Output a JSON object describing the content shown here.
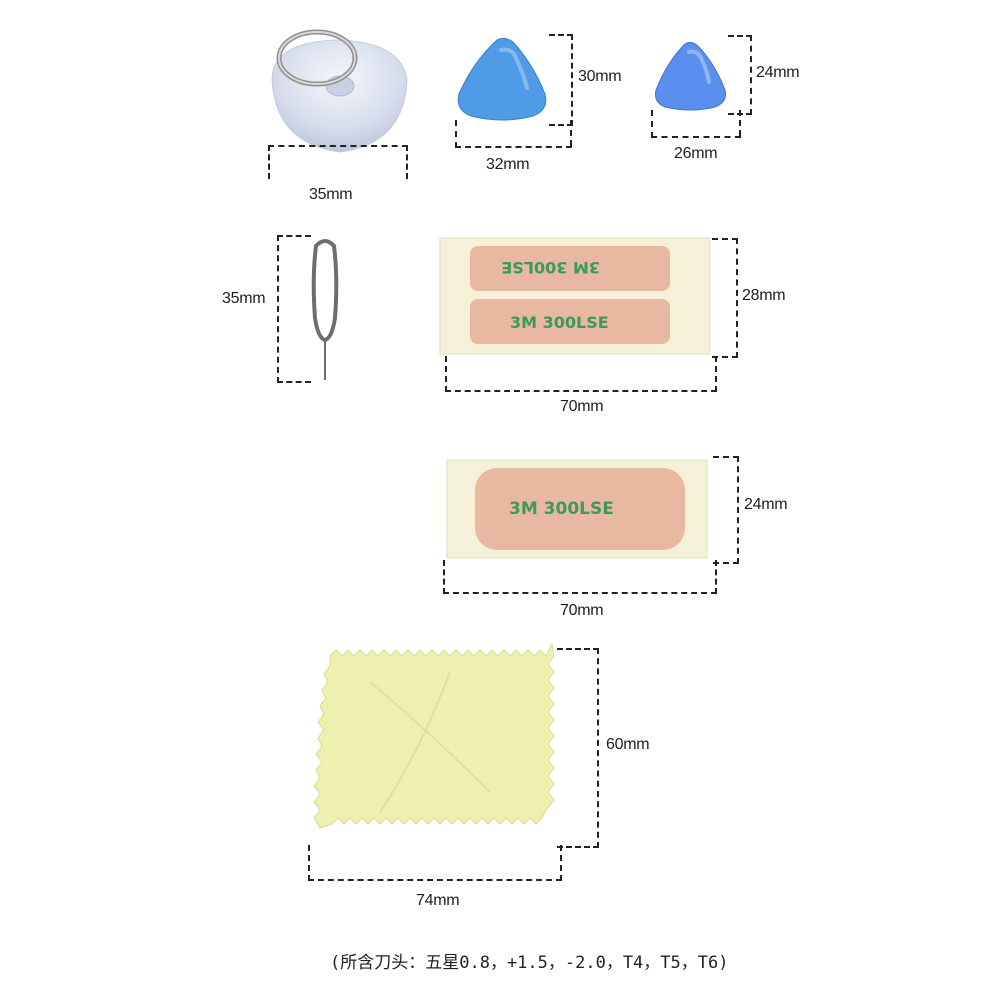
{
  "items": [
    {
      "name": "suction cup with ring",
      "dimension": "35mm"
    },
    {
      "name": "large pry pick",
      "dimension_width": "32mm",
      "dimension_height": "30mm"
    },
    {
      "name": "small pry pick",
      "dimension_width": "26mm",
      "dimension_height": "24mm"
    },
    {
      "name": "sim eject pin",
      "dimension": "35mm"
    },
    {
      "name": "adhesive strip pair",
      "dimension_width": "70mm",
      "dimension_height": "28mm"
    },
    {
      "name": "adhesive strip single",
      "dimension_width": "70mm",
      "dimension_height": "24mm"
    },
    {
      "name": "cleaning cloth",
      "dimension_width": "74mm",
      "dimension_height": "60mm"
    }
  ],
  "adhesive_print": "3M 300LSE",
  "caption": "(所含刀头：五星0.8，+1.5，-2.0，T4，T5，T6)",
  "colors": {
    "pick": "#4f9be8",
    "pick_small": "#5a8ff0",
    "adhesive_backing": "#f4f1d8",
    "adhesive_tape": "#e8b8a0",
    "adhesive_print": "#3a9a5a",
    "cloth": "#eef0b0"
  }
}
